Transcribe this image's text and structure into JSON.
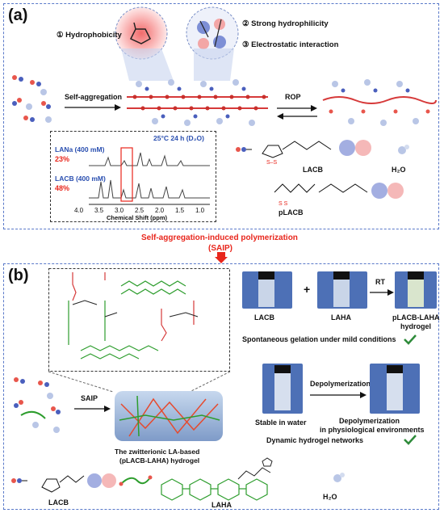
{
  "panel_a": {
    "label": "(a)",
    "mechanisms": [
      {
        "num": "①",
        "text": "Hydrophobicity"
      },
      {
        "num": "②",
        "text": "Strong hydrophilicity"
      },
      {
        "num": "③",
        "text": "Electrostatic interaction"
      }
    ],
    "self_aggregation": "Self-aggregation",
    "rop": "ROP",
    "nmr": {
      "condition": "25°C 24 h (D₂O)",
      "lana_label": "LANa (400 mM)",
      "lana_pct": "23%",
      "lacb_label": "LACB (400 mM)",
      "lacb_pct": "48%",
      "ticks": [
        "4.0",
        "3.5",
        "3.0",
        "2.5",
        "2.0",
        "1.5",
        "1.0"
      ],
      "xlabel": "Chemical Shift (ppm)"
    },
    "legend": {
      "lacb": "LACB",
      "h2o": "H₂O",
      "placb": "pLACB"
    }
  },
  "bridge": {
    "line1": "Self-aggregation-induced polymerization",
    "line2": "(SAIP)"
  },
  "panel_b": {
    "label": "(b)",
    "saip": "SAIP",
    "hydrogel_caption_1": "The zwitterionic LA-based",
    "hydrogel_caption_2": "(pLACB-LAHA) hydrogel",
    "photo_labels": {
      "lacb": "LACB",
      "laha": "LAHA",
      "plus": "+",
      "rt": "RT",
      "product_1": "pLACB-LAHA",
      "product_2": "hydrogel"
    },
    "gelation": "Spontaneous gelation under mild conditions",
    "stable": "Stable in water",
    "depolymerization": "Depolymerization",
    "depol_desc_1": "Depolymerization",
    "depol_desc_2": "in physiological environments",
    "dynamic": "Dynamic hydrogel networks",
    "bottom_legend": {
      "lacb": "LACB",
      "laha": "LAHA",
      "h2o": "H₂O"
    }
  }
}
